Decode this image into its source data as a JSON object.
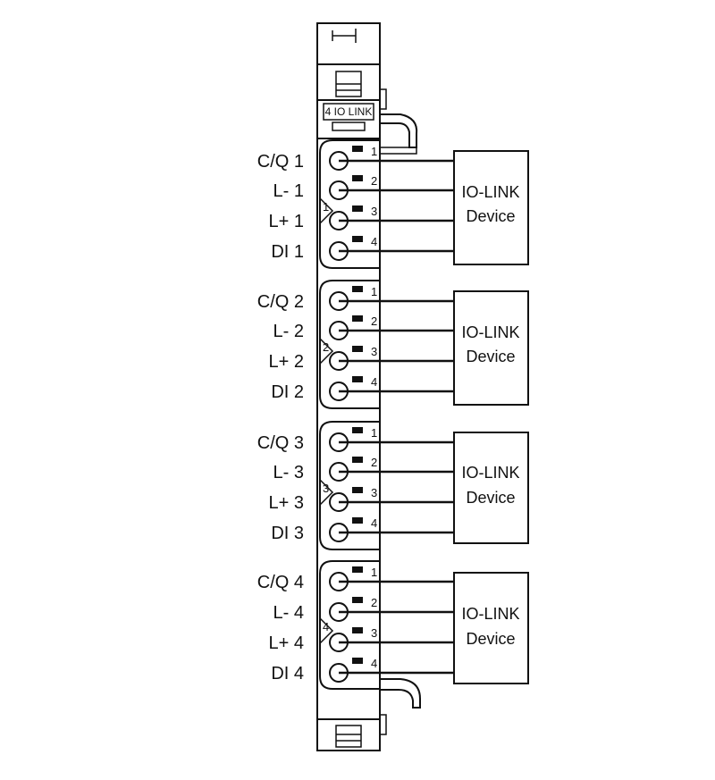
{
  "module": {
    "label": "4 IO LINK"
  },
  "groups": [
    {
      "number": "1",
      "terminals": [
        {
          "label": "C/Q 1",
          "pin": "1"
        },
        {
          "label": "L- 1",
          "pin": "2"
        },
        {
          "label": "L+ 1",
          "pin": "3"
        },
        {
          "label": "DI 1",
          "pin": "4"
        }
      ],
      "device": {
        "line1": "IO-LINK",
        "line2": "Device"
      }
    },
    {
      "number": "2",
      "terminals": [
        {
          "label": "C/Q 2",
          "pin": "1"
        },
        {
          "label": "L- 2",
          "pin": "2"
        },
        {
          "label": "L+ 2",
          "pin": "3"
        },
        {
          "label": "DI 2",
          "pin": "4"
        }
      ],
      "device": {
        "line1": "IO-LINK",
        "line2": "Device"
      }
    },
    {
      "number": "3",
      "terminals": [
        {
          "label": "C/Q 3",
          "pin": "1"
        },
        {
          "label": "L- 3",
          "pin": "2"
        },
        {
          "label": "L+ 3",
          "pin": "3"
        },
        {
          "label": "DI 3",
          "pin": "4"
        }
      ],
      "device": {
        "line1": "IO-LINK",
        "line2": "Device"
      }
    },
    {
      "number": "4",
      "terminals": [
        {
          "label": "C/Q 4",
          "pin": "1"
        },
        {
          "label": "L- 4",
          "pin": "2"
        },
        {
          "label": "L+ 4",
          "pin": "3"
        },
        {
          "label": "DI 4",
          "pin": "4"
        }
      ],
      "device": {
        "line1": "IO-LINK",
        "line2": "Device"
      }
    }
  ]
}
